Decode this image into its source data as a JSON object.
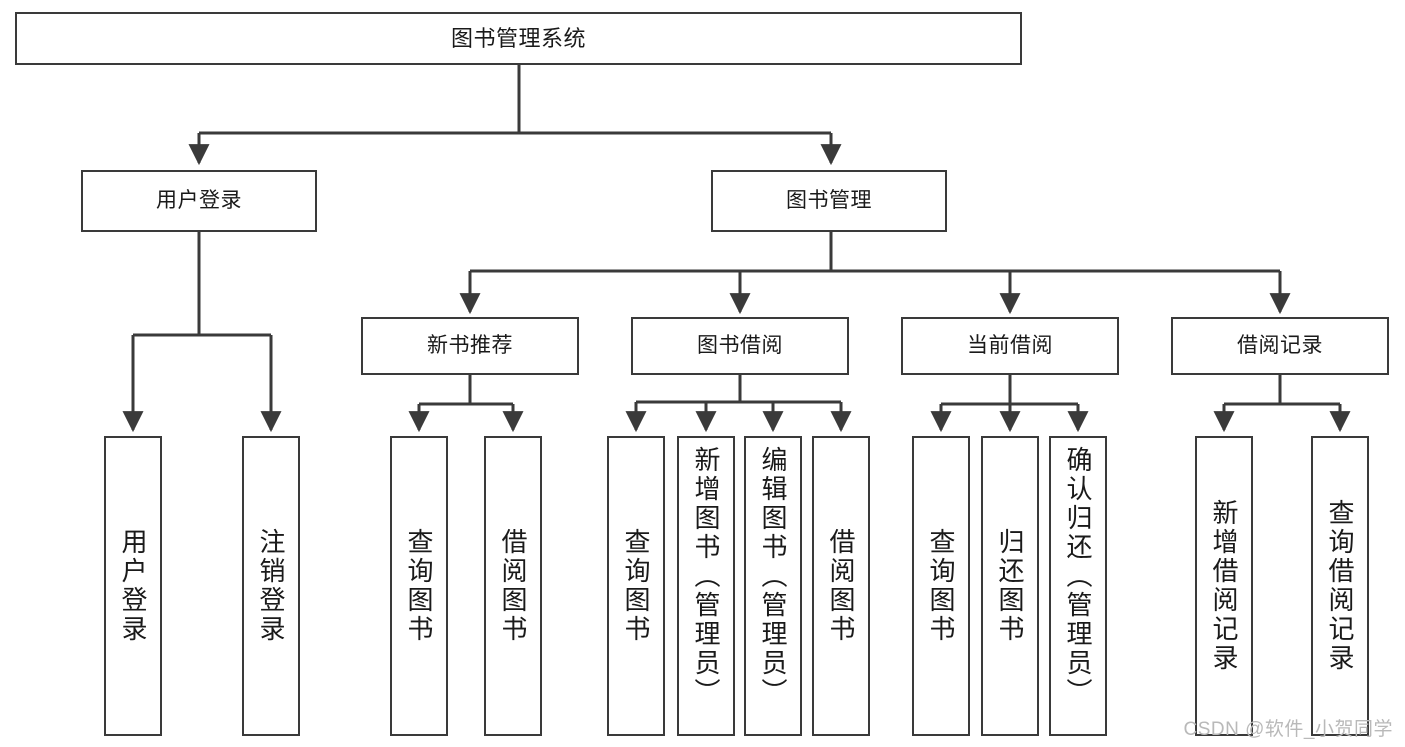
{
  "diagram": {
    "type": "tree-hierarchy-chart",
    "title": "图书管理系统",
    "levels": 4,
    "colors": {
      "box_border": "#3a3a3a",
      "box_fill": "#ffffff",
      "connector": "#3a3a3a",
      "text": "#1a1a1a",
      "background": "#ffffff",
      "watermark": "#b9b9b9"
    },
    "root": {
      "label": "图书管理系统"
    },
    "level1": [
      {
        "id": "user-login",
        "label": "用户登录"
      },
      {
        "id": "book-manage",
        "label": "图书管理"
      }
    ],
    "level2": [
      {
        "id": "new-book-recommend",
        "label": "新书推荐",
        "parent": "book-manage"
      },
      {
        "id": "book-borrow",
        "label": "图书借阅",
        "parent": "book-manage"
      },
      {
        "id": "current-borrow",
        "label": "当前借阅",
        "parent": "book-manage"
      },
      {
        "id": "borrow-record",
        "label": "借阅记录",
        "parent": "book-manage"
      }
    ],
    "leaves": [
      {
        "id": "leaf-user-login",
        "label": "用户登录",
        "parent": "user-login"
      },
      {
        "id": "leaf-logout-login",
        "label": "注销登录",
        "parent": "user-login"
      },
      {
        "id": "leaf-query-book-1",
        "label": "查询图书",
        "parent": "new-book-recommend"
      },
      {
        "id": "leaf-borrow-book-1",
        "label": "借阅图书",
        "parent": "new-book-recommend"
      },
      {
        "id": "leaf-query-book-2",
        "label": "查询图书",
        "parent": "book-borrow"
      },
      {
        "id": "leaf-add-book",
        "label": "新增图书（管理员）",
        "parent": "book-borrow"
      },
      {
        "id": "leaf-edit-book",
        "label": "编辑图书（管理员）",
        "parent": "book-borrow"
      },
      {
        "id": "leaf-borrow-book-2",
        "label": "借阅图书",
        "parent": "book-borrow"
      },
      {
        "id": "leaf-query-book-3",
        "label": "查询图书",
        "parent": "current-borrow"
      },
      {
        "id": "leaf-return-book",
        "label": "归还图书",
        "parent": "current-borrow"
      },
      {
        "id": "leaf-confirm-return",
        "label": "确认归还（管理员）",
        "parent": "current-borrow"
      },
      {
        "id": "leaf-add-record",
        "label": "新增借阅记录",
        "parent": "borrow-record"
      },
      {
        "id": "leaf-query-record",
        "label": "查询借阅记录",
        "parent": "borrow-record"
      }
    ]
  },
  "watermark": {
    "text": "CSDN @软件_小贺同学"
  }
}
